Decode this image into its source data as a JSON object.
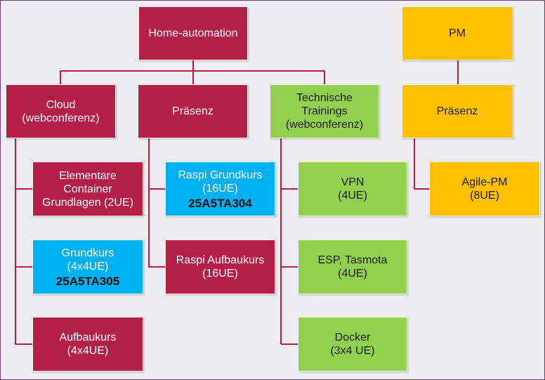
{
  "colors": {
    "crimson": "#b41f47",
    "blue": "#00b0f0",
    "green": "#92d050",
    "orange": "#ffc000",
    "connector": "#b41f47"
  },
  "nodes": {
    "home": [
      "Home-automation"
    ],
    "cloud": [
      "Cloud",
      "(webconferenz)"
    ],
    "praesenz": [
      "Präsenz"
    ],
    "technische": [
      "Technische",
      "Trainings",
      "(webconferenz)"
    ],
    "pm": [
      "PM"
    ],
    "pm_praesenz": [
      "Präsenz"
    ],
    "elementare": [
      "Elementare",
      "Container",
      "Grundlagen (2UE)"
    ],
    "grundkurs": [
      "Grundkurs",
      "(4x4UE)"
    ],
    "grundkurs_code": "25A5TA305",
    "aufbaukurs": [
      "Aufbaukurs",
      "(4x4UE)"
    ],
    "raspi_grund": [
      "Raspi Grundkurs",
      "(16UE)"
    ],
    "raspi_grund_code": "25A5TA304",
    "raspi_aufbau": [
      "Raspi Aufbaukurs",
      "(16UE)"
    ],
    "vpn": [
      "VPN",
      "(4UE)"
    ],
    "esp": [
      "ESP, Tasmota",
      "(4UE)"
    ],
    "docker": [
      "Docker",
      "(3x4 UE)"
    ],
    "agile": [
      "Agile-PM",
      "(8UE)"
    ]
  }
}
